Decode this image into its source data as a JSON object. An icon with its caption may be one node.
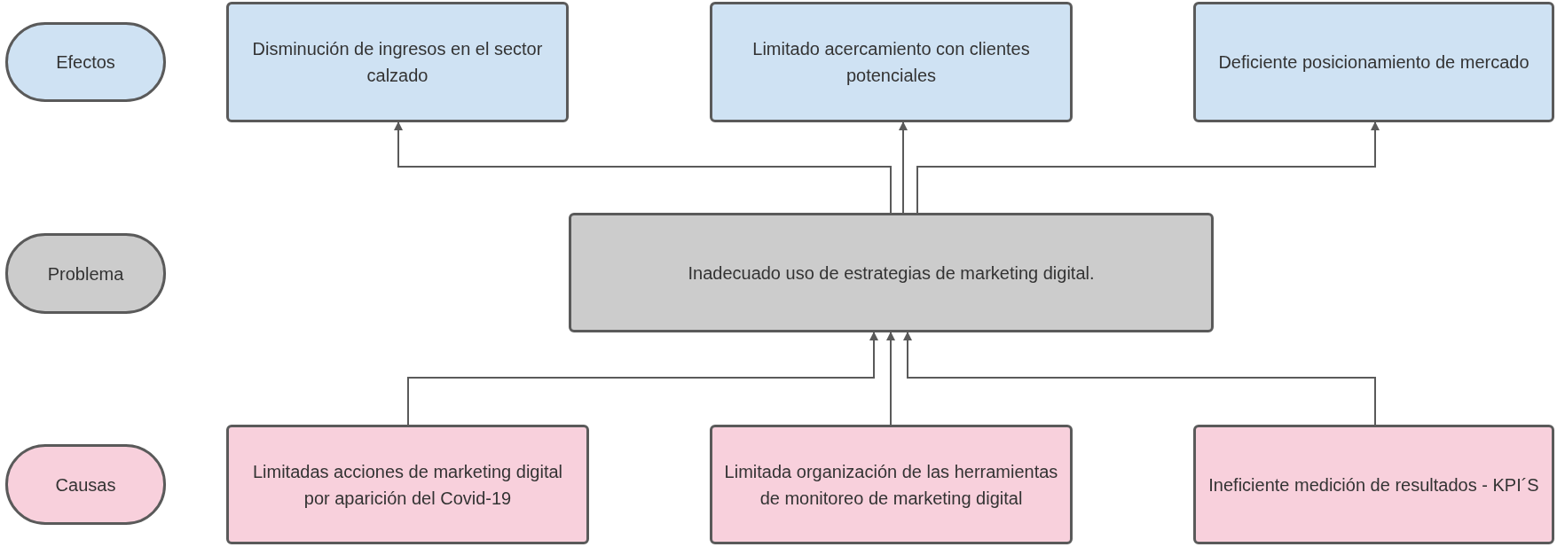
{
  "diagram": {
    "nodes": [
      {
        "text": [
          "Efectos"
        ]
      },
      {
        "text": [
          "Disminución de ingresos en el sector calzado"
        ]
      },
      {
        "text": [
          "Limitado acercamiento con clientes potenciales"
        ]
      },
      {
        "text": [
          "Deficiente posicionamiento de mercado"
        ]
      },
      {
        "text": [
          "Problema"
        ]
      },
      {
        "text": [
          "Inadecuado uso de estrategias de marketing digital."
        ]
      },
      {
        "text": [
          "Causas"
        ]
      },
      {
        "text": [
          "Limitadas acciones de marketing digital por aparición del Covid-19"
        ]
      },
      {
        "text": [
          "Limitada organización de las herramientas de monitoreo de marketing digital"
        ]
      },
      {
        "text": [
          "Ineficiente medición de resultados - KPI´S"
        ]
      }
    ],
    "edges": [
      {
        "from": 5,
        "to": 1,
        "arrow": "to"
      },
      {
        "from": 5,
        "to": 2,
        "arrow": "to"
      },
      {
        "from": 5,
        "to": 3,
        "arrow": "to"
      },
      {
        "from": 7,
        "to": 5,
        "arrow": "to"
      },
      {
        "from": 8,
        "to": 5,
        "arrow": "to"
      },
      {
        "from": 9,
        "to": 5,
        "arrow": "to"
      }
    ]
  }
}
